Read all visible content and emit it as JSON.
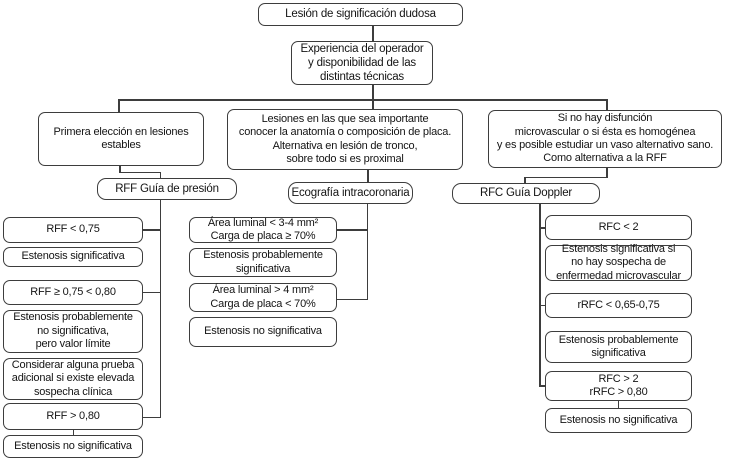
{
  "root": {
    "label": "Lesión de significación dudosa"
  },
  "operator": {
    "label": "Experiencia del operador\ny disponibilidad de las\ndistintas técnicas"
  },
  "branches": {
    "left": {
      "criteria": "Primera elección en lesiones\nestables",
      "method": "RFF Guía de presión",
      "nodes": [
        "RFF < 0,75",
        "Estenosis significativa",
        "RFF ≥ 0,75 < 0,80",
        "Estenosis probablemente\nno significativa,\npero valor límite",
        "Considerar alguna prueba\nadicional si existe elevada\nsospecha clínica",
        "RFF > 0,80",
        "Estenosis no significativa"
      ]
    },
    "middle": {
      "criteria": "Lesiones en las que sea importante\nconocer la anatomía o composición de placa.\nAlternativa en lesión de tronco,\nsobre todo si es proximal",
      "method": "Ecografía intracoronaria",
      "nodes": [
        "Área luminal < 3-4 mm²\nCarga de placa ≥ 70%",
        "Estenosis probablemente\nsignificativa",
        "Área luminal > 4 mm²\nCarga de placa < 70%",
        "Estenosis no significativa"
      ]
    },
    "right": {
      "criteria": "Si no hay disfunción\nmicrovascular o si ésta es homogénea\ny es posible estudiar un vaso alternativo sano.\nComo alternativa a la RFF",
      "method": "RFC Guía Doppler",
      "nodes": [
        "RFC < 2",
        "Estenosis significativa si\nno hay sospecha de\nenfermedad microvascular",
        "rRFC < 0,65-0,75",
        "Estenosis probablemente\nsignificativa",
        "RFC > 2\nrRFC > 0,80",
        "Estenosis no significativa"
      ]
    }
  },
  "colors": {
    "border": "#3d3d3d",
    "text": "#141414",
    "background": "#ffffff"
  }
}
